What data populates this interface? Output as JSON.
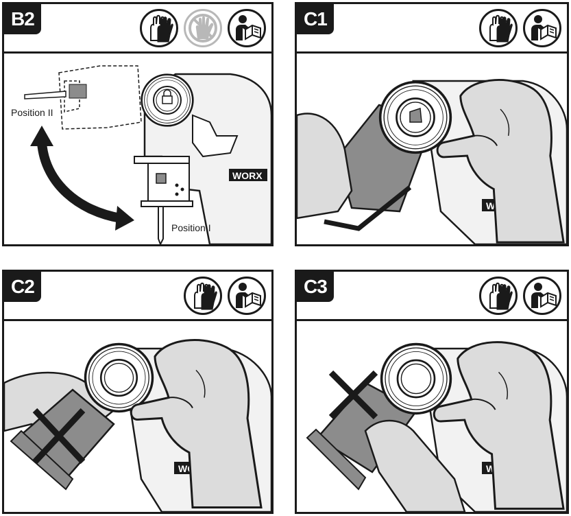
{
  "panels": {
    "b2": {
      "label": "B2",
      "icons": [
        "gloves-icon",
        "no-hand-icon",
        "read-manual-icon"
      ],
      "callouts": {
        "position_2": "Position II",
        "position_1": "Position I"
      }
    },
    "c1": {
      "label": "C1",
      "icons": [
        "gloves-icon",
        "read-manual-icon"
      ],
      "brand": "WORX"
    },
    "c2": {
      "label": "C2",
      "icons": [
        "gloves-icon",
        "read-manual-icon"
      ],
      "brand": "WORX"
    },
    "c3": {
      "label": "C3",
      "icons": [
        "gloves-icon",
        "read-manual-icon"
      ],
      "brand": "WORX"
    }
  },
  "brand": "WORX",
  "colors": {
    "ink": "#1a1a1a",
    "tool_grey": "#8c8c8c",
    "light_grey": "#d9d9d9",
    "prohibit": "#b8b8b8"
  }
}
